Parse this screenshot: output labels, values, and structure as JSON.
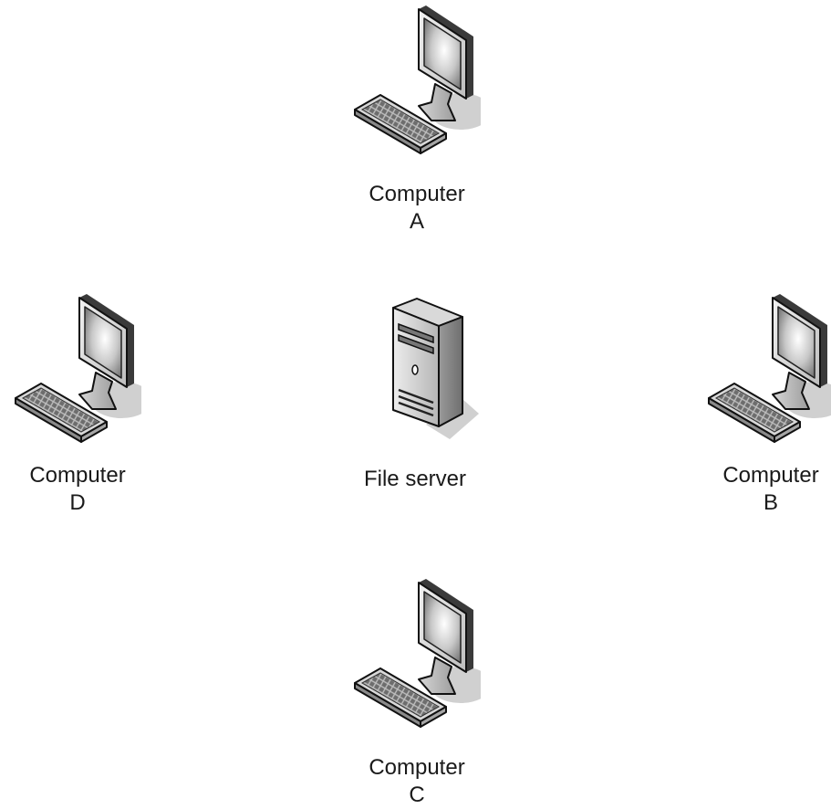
{
  "nodes": {
    "computer_a": {
      "line1": "Computer",
      "line2": "A",
      "icon": "desktop-computer-icon"
    },
    "computer_b": {
      "line1": "Computer",
      "line2": "B",
      "icon": "desktop-computer-icon"
    },
    "computer_c": {
      "line1": "Computer",
      "line2": "C",
      "icon": "desktop-computer-icon"
    },
    "computer_d": {
      "line1": "Computer",
      "line2": "D",
      "icon": "desktop-computer-icon"
    },
    "file_server": {
      "label": "File server",
      "icon": "server-tower-icon"
    }
  }
}
